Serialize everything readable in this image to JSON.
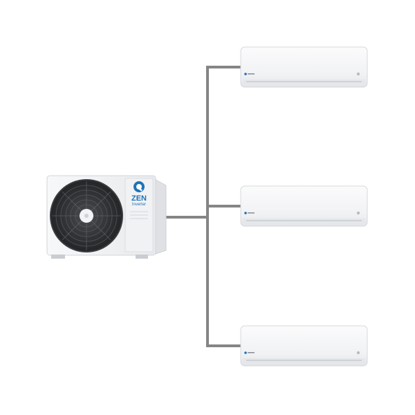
{
  "colors": {
    "background": "#ffffff",
    "pipe": "#858585",
    "unit_body": "#f4f5f6",
    "unit_edge": "#d4d6d9",
    "fan_dark": "#2f3133",
    "brand_blue": "#1f73b8"
  },
  "outdoor_unit": {
    "logo": {
      "brand": "ZEN",
      "sub": "Inverter"
    },
    "fan_icon": "fan-icon"
  },
  "indoor_units": [
    {
      "id": "indoor-unit-1",
      "brand_mark": "logo-icon"
    },
    {
      "id": "indoor-unit-2",
      "brand_mark": "logo-icon"
    },
    {
      "id": "indoor-unit-3",
      "brand_mark": "logo-icon"
    }
  ]
}
